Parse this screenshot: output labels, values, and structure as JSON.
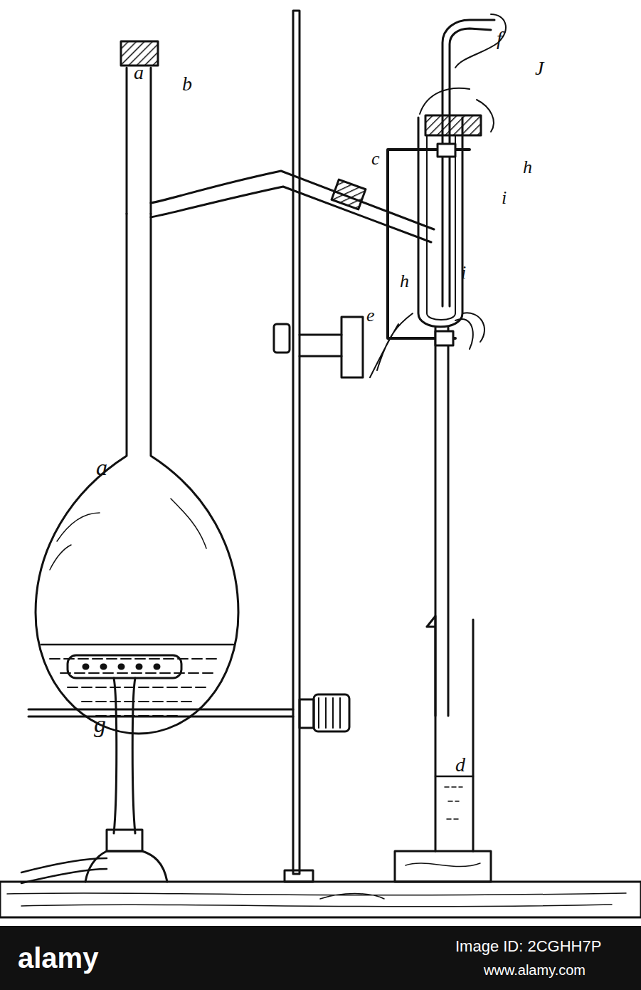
{
  "diagram": {
    "labels": [
      "a",
      "b",
      "f",
      "J",
      "c",
      "h",
      "i",
      "h",
      "i",
      "e",
      "a",
      "d",
      "g",
      "alamy",
      "Image ID: 2CGHH7P",
      "www.alamy.com"
    ]
  }
}
